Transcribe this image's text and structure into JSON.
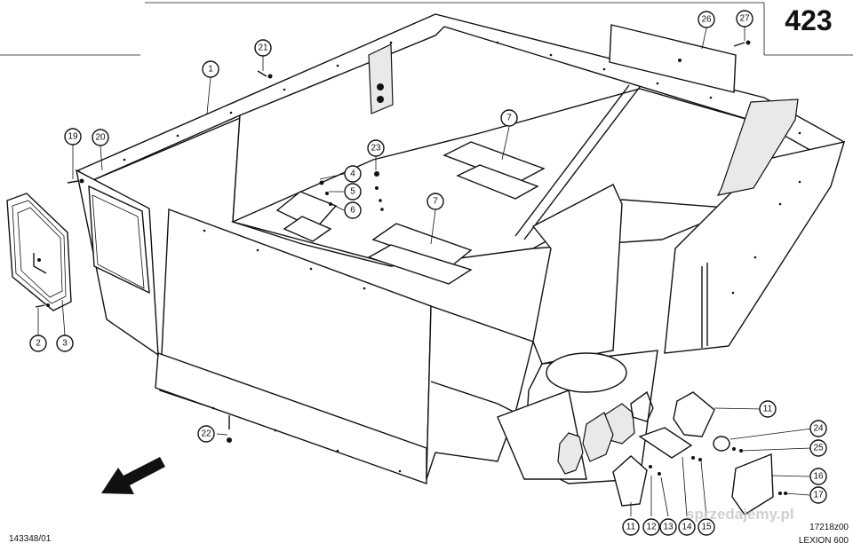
{
  "page_number": "423",
  "drawing_number": "143348/01",
  "reference_code": "17218z00",
  "model_name": "LEXION 600",
  "watermark_text": "sprzedajemy.pl",
  "callouts": [
    "1",
    "2",
    "3",
    "4",
    "5",
    "6",
    "7",
    "7",
    "11",
    "11",
    "12",
    "13",
    "14",
    "15",
    "16",
    "17",
    "19",
    "20",
    "21",
    "22",
    "23",
    "24",
    "25",
    "26",
    "27"
  ],
  "colors": {
    "ink": "#111111",
    "paper": "#ffffff",
    "watermark": "#c8c8c8",
    "watermark_badge": "#e4322b"
  }
}
